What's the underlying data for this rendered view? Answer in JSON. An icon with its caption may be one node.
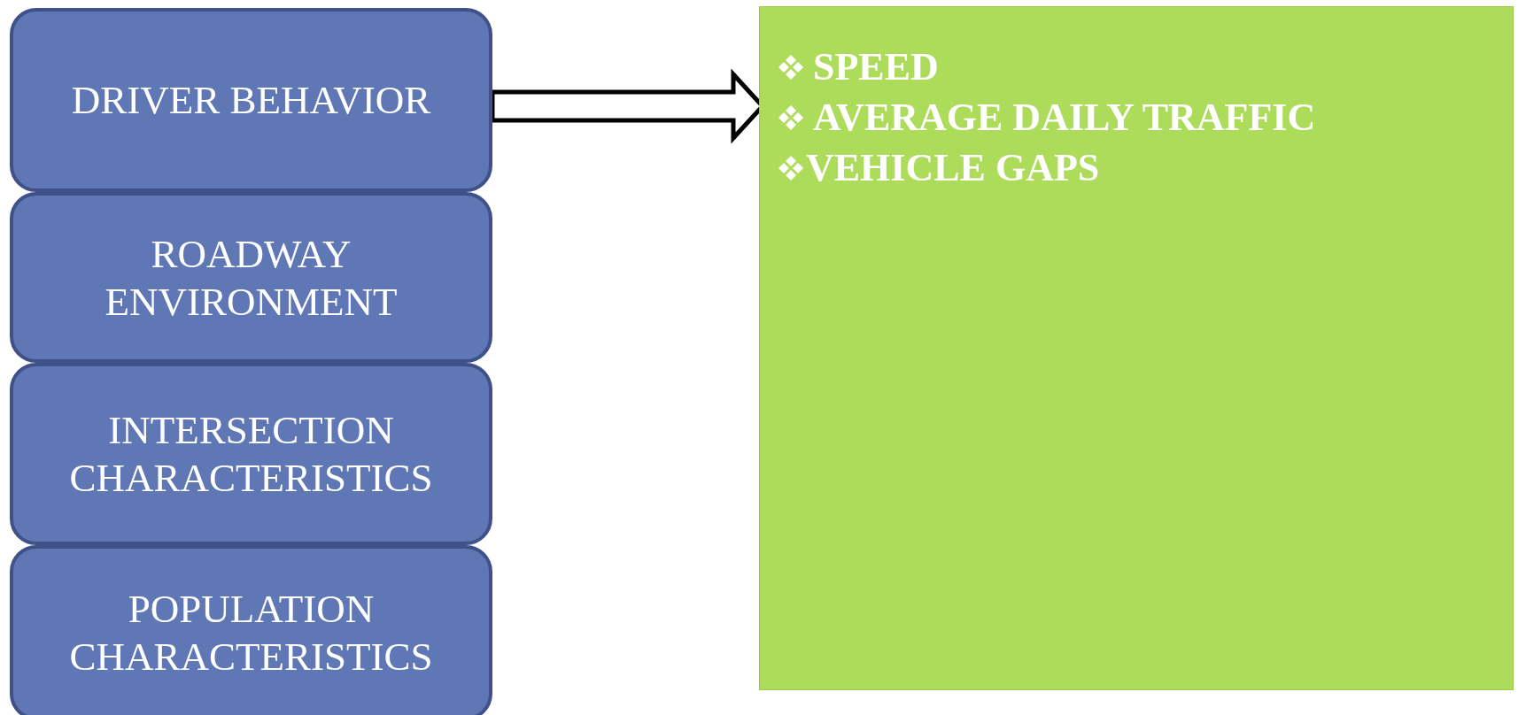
{
  "diagram": {
    "nodes": [
      {
        "text": [
          "DRIVER BEHAVIOR"
        ]
      },
      {
        "text": [
          "ROADWAY ENVIRONMENT"
        ]
      },
      {
        "text": [
          "INTERSECTION CHARACTERISTICS"
        ]
      },
      {
        "text": [
          "POPULATION CHARACTERISTICS"
        ]
      },
      {
        "text": [
          "SPEED",
          "AVERAGE DAILY TRAFFIC",
          "VEHICLE GAPS"
        ]
      }
    ],
    "edges": [
      {
        "from": 0,
        "to": 4,
        "arrow": "to",
        "style": "thick"
      }
    ]
  }
}
